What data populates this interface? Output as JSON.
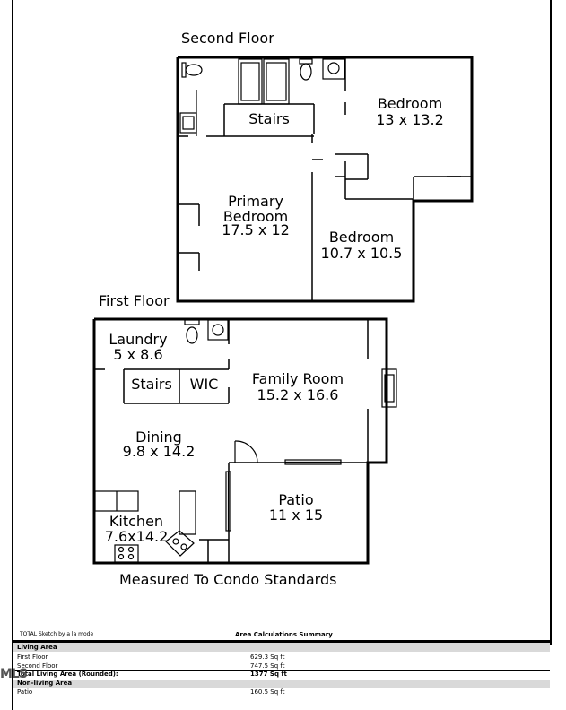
{
  "labels": {
    "second_floor": "Second Floor",
    "first_floor": "First Floor",
    "measured": "Measured To Condo Standards"
  },
  "rooms": {
    "bedroom_a": {
      "name": "Bedroom",
      "dims": "13 x 13.2"
    },
    "primary": {
      "name1": "Primary",
      "name2": "Bedroom",
      "dims": "17.5 x 12"
    },
    "bedroom_b": {
      "name": "Bedroom",
      "dims": "10.7 x 10.5"
    },
    "stairs_upper": "Stairs",
    "laundry": {
      "name": "Laundry",
      "dims": "5 x 8.6"
    },
    "stairs_lower": "Stairs",
    "wic": "WIC",
    "family": {
      "name": "Family Room",
      "dims": "15.2 x 16.6"
    },
    "dining": {
      "name": "Dining",
      "dims": "9.8 x 14.2"
    },
    "patio": {
      "name": "Patio",
      "dims": "11 x 15"
    },
    "kitchen": {
      "name": "Kitchen",
      "dims": "7.6x14.2"
    }
  },
  "summary": {
    "software": "TOTAL Sketch by a la mode",
    "title": "Area Calculations Summary",
    "living_area": "Living Area",
    "first_floor": {
      "label": "First Floor",
      "value": "629.3 Sq ft"
    },
    "second_floor": {
      "label": "Second Floor",
      "value": "747.5 Sq ft"
    },
    "total_living": {
      "label": "Total Living Area (Rounded):",
      "value": "1377 Sq ft"
    },
    "non_living": "Non-living Area",
    "patio": {
      "label": "Patio",
      "value": "160.5 Sq ft"
    }
  },
  "watermark": "MLS"
}
